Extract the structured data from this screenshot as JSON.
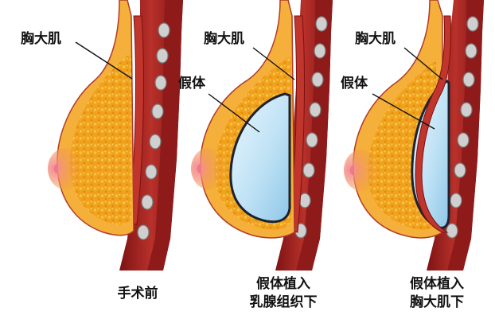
{
  "panels": [
    {
      "muscle_label": "胸大肌",
      "caption_lines": [
        "手术前"
      ]
    },
    {
      "muscle_label": "胸大肌",
      "implant_label": "假体",
      "caption_lines": [
        "假体植入",
        "乳腺组织下"
      ]
    },
    {
      "muscle_label": "胸大肌",
      "implant_label": "假体",
      "caption_lines": [
        "假体植入",
        "胸大肌下"
      ]
    }
  ],
  "colors": {
    "breast_tissue": "#f0a21c",
    "gland_dots": "#f4c04a",
    "nipple": "#f0788a",
    "muscle": "#9e1f1f",
    "muscle_inner": "#c8382f",
    "bone": "#c9c9c9",
    "implant": "#bfe2f5",
    "implant_edge": "#1b2330",
    "skin_outline": "#b13a2a"
  },
  "icons": {
    "leader_line": "pointer-line-icon"
  }
}
